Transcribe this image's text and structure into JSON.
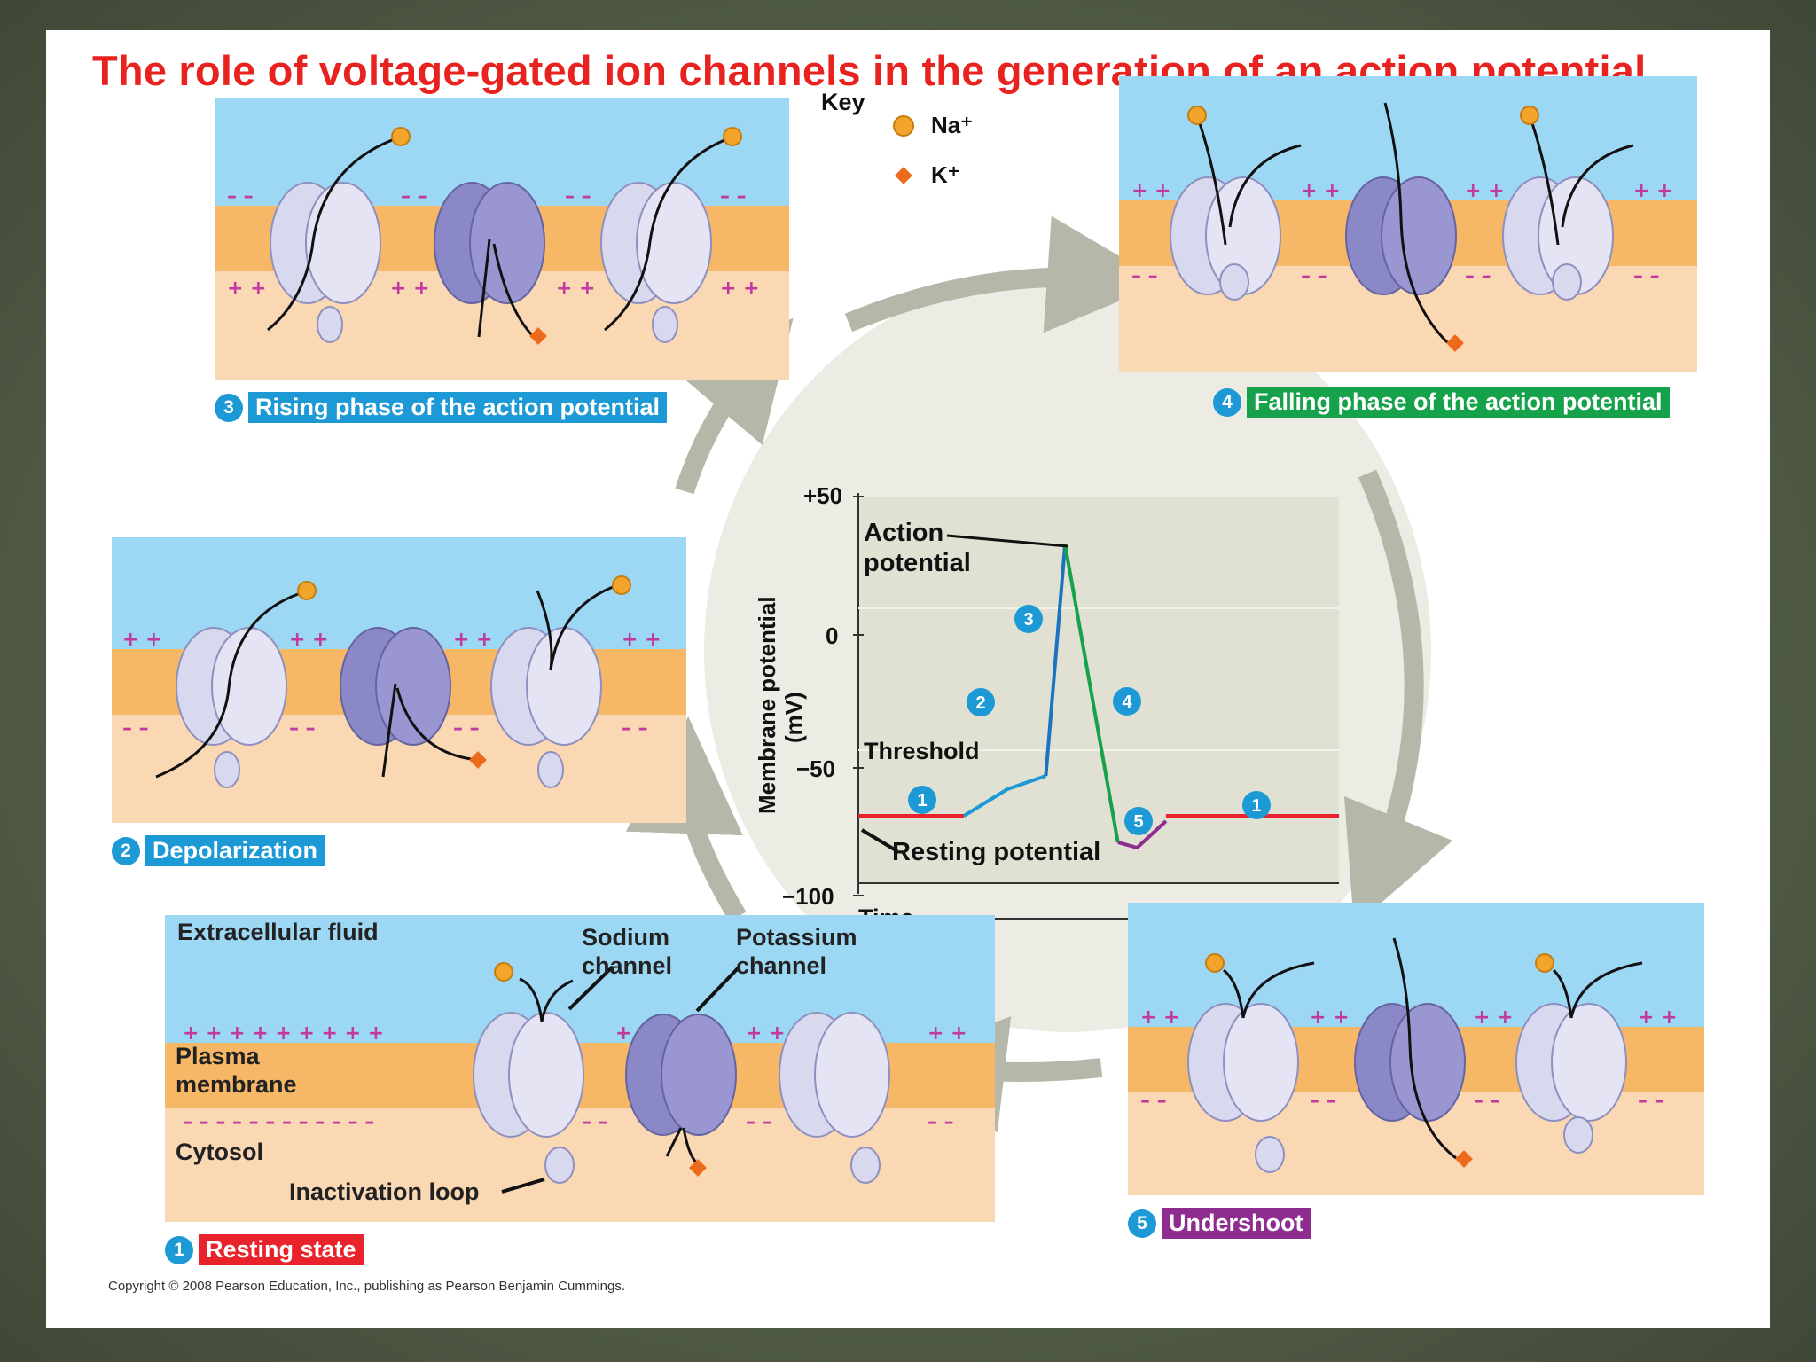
{
  "title": "The role of voltage-gated ion channels in the generation of an action potential",
  "key": {
    "label": "Key",
    "na_label": "Na⁺",
    "k_label": "K⁺",
    "na_color": "#f2a52a",
    "k_color": "#ec6a1c"
  },
  "phases": {
    "p1": {
      "num": "1",
      "label": "Resting state",
      "color": "#e8232b"
    },
    "p2": {
      "num": "2",
      "label": "Depolarization",
      "color": "#1d9ad6"
    },
    "p3": {
      "num": "3",
      "label": "Rising phase of the action potential",
      "color": "#1d9ad6"
    },
    "p4": {
      "num": "4",
      "label": "Falling phase of the action potential",
      "color": "#16a24a"
    },
    "p5": {
      "num": "5",
      "label": "Undershoot",
      "color": "#8e2c8f"
    }
  },
  "resting_labels": {
    "extracellular": "Extracellular fluid",
    "membrane_line1": "Plasma",
    "membrane_line2": "membrane",
    "cytosol": "Cytosol",
    "inactivation": "Inactivation loop",
    "sodium_line1": "Sodium",
    "sodium_line2": "channel",
    "potassium_line1": "Potassium",
    "potassium_line2": "channel"
  },
  "graph": {
    "ylabel_line1": "Membrane potential",
    "ylabel_line2": "(mV)",
    "xlabel": "Time",
    "ticks": [
      "+50",
      "0",
      "−50",
      "−100"
    ],
    "action_line1": "Action",
    "action_line2": "potential",
    "threshold": "Threshold",
    "resting": "Resting potential",
    "markers": [
      "1",
      "2",
      "3",
      "4",
      "5",
      "1"
    ]
  },
  "chart_data": {
    "type": "line",
    "xlabel": "Time",
    "ylabel": "Membrane potential (mV)",
    "ylim": [
      -100,
      50
    ],
    "yticks": [
      50,
      0,
      -50,
      -100
    ],
    "series": [
      {
        "values_by_time": [
          [
            0,
            -70
          ],
          [
            0.22,
            -70
          ]
        ]
      },
      {
        "values_by_time": [
          [
            0.22,
            -70
          ],
          [
            0.31,
            -60
          ],
          [
            0.39,
            -55
          ]
        ]
      },
      {
        "values_by_time": [
          [
            0.39,
            -55
          ],
          [
            0.43,
            32
          ]
        ]
      },
      {
        "values_by_time": [
          [
            0.43,
            32
          ],
          [
            0.54,
            -80
          ]
        ]
      },
      {
        "values_by_time": [
          [
            0.54,
            -80
          ],
          [
            0.58,
            -82
          ],
          [
            0.64,
            -72
          ]
        ]
      },
      {
        "values_by_time": [
          [
            0.64,
            -70
          ],
          [
            1.0,
            -70
          ]
        ]
      }
    ]
  },
  "copyright": "Copyright © 2008 Pearson Education, Inc., publishing as Pearson Benjamin Cummings."
}
